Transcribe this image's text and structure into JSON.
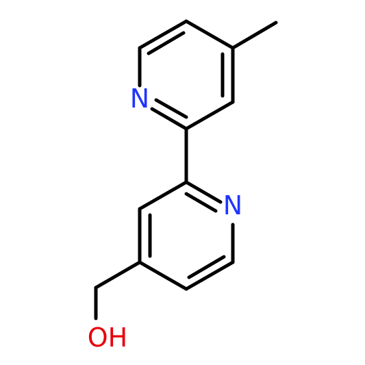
{
  "colors": {
    "bond": "#000000",
    "nitrogen": "#1f35ff",
    "oxygen": "#e8000b",
    "background": "#ffffff"
  },
  "atoms": {
    "n_top": "N",
    "n_bottom": "N",
    "oh": "OH"
  }
}
